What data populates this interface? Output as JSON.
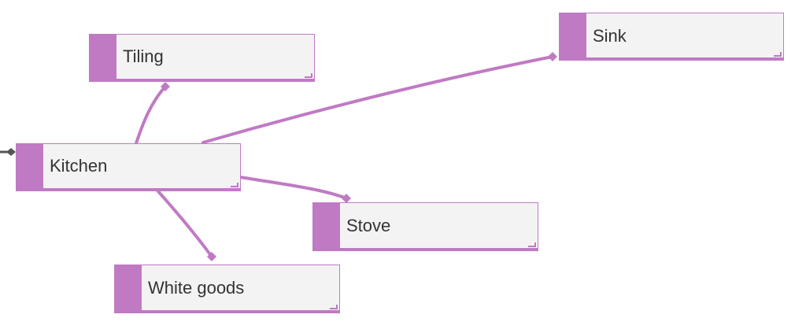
{
  "colors": {
    "accent": "#c07ac4",
    "node_fill": "#f4f3f4",
    "text": "#333333",
    "connector": "#555555"
  },
  "nodes": {
    "kitchen": {
      "label": "Kitchen"
    },
    "tiling": {
      "label": "Tiling"
    },
    "sink": {
      "label": "Sink"
    },
    "stove": {
      "label": "Stove"
    },
    "white_goods": {
      "label": "White goods"
    }
  },
  "edges": [
    {
      "from": "kitchen",
      "to": "tiling"
    },
    {
      "from": "kitchen",
      "to": "sink"
    },
    {
      "from": "kitchen",
      "to": "stove"
    },
    {
      "from": "kitchen",
      "to": "white_goods"
    }
  ]
}
